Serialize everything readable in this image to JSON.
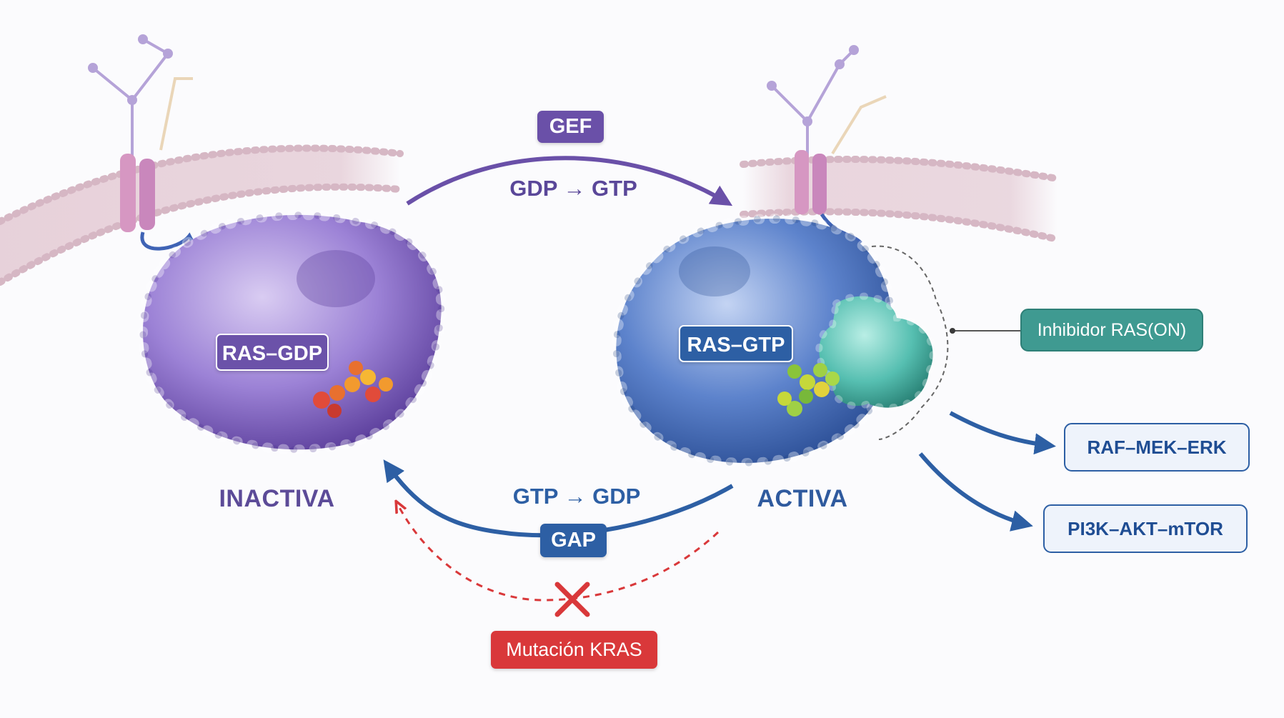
{
  "colors": {
    "gef": "#6a50a8",
    "gap": "#2d5fa4",
    "mutation": "#d9383a",
    "inhibitor": "#3f9a91",
    "inactive_protein": "#9c82d6",
    "active_protein": "#5d83cc",
    "inhibitor_molecule": "#56bfb1",
    "membrane": "#e6cfd8"
  },
  "icons": {
    "inhibited_arrow": "x-mark-icon",
    "membrane": "lipid-bilayer-icon",
    "receptor": "transmembrane-receptor-icon"
  },
  "gef": {
    "label": "GEF",
    "reaction": "GDP → GTP"
  },
  "gap": {
    "label": "GAP",
    "reaction": "GTP → GDP"
  },
  "inactive": {
    "protein_label": "RAS–GDP",
    "state": "INACTIVA"
  },
  "active": {
    "protein_label": "RAS–GTP",
    "state": "ACTIVA"
  },
  "inhibitor": {
    "label": "Inhibidor RAS(ON)"
  },
  "pathways": [
    {
      "label": "RAF–MEK–ERK"
    },
    {
      "label": "PI3K–AKT–mTOR"
    }
  ],
  "mutation": {
    "label": "Mutación KRAS"
  }
}
